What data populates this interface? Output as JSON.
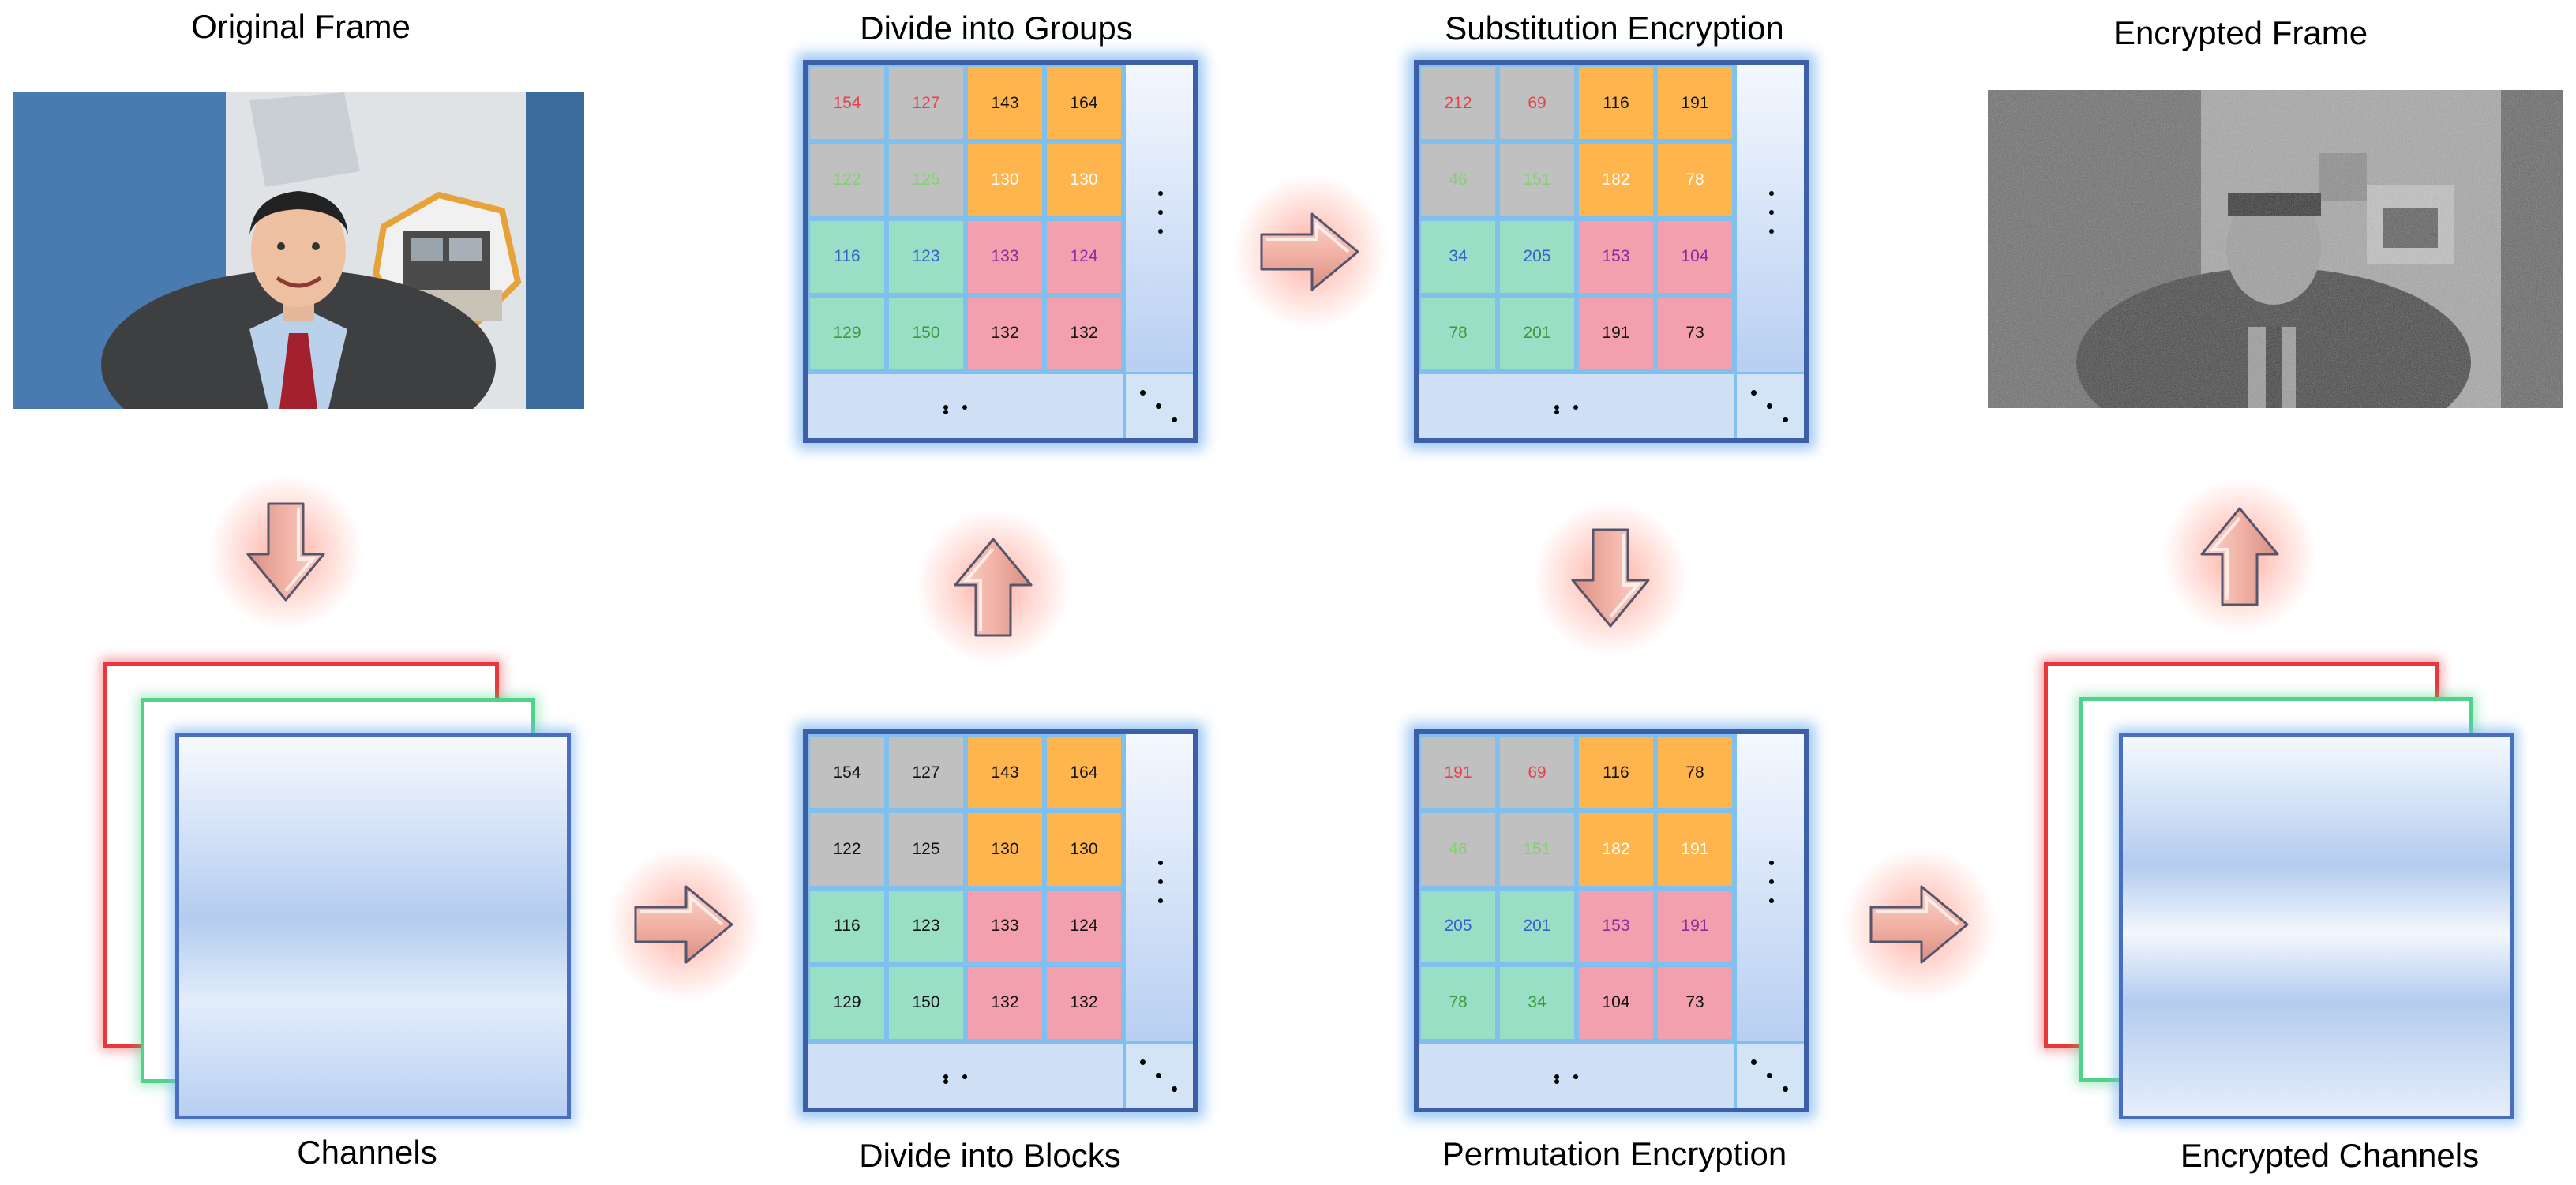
{
  "labels": {
    "original_frame": "Original Frame",
    "channels": "Channels",
    "divide_groups": "Divide into Groups",
    "divide_blocks": "Divide into Blocks",
    "substitution": "Substitution Encryption",
    "permutation": "Permutation Encryption",
    "encrypted_frame": "Encrypted Frame",
    "encrypted_channels": "Encrypted Channels"
  },
  "colors": {
    "gray": "#c0c0c0",
    "orange": "#ffb54d",
    "green": "#99dfc5",
    "pink": "#f39fad",
    "channel_red": "#e8383b",
    "channel_green": "#4fd38a",
    "channel_blue": "#4a6fc0",
    "panel_border": "#3d5fa8",
    "arrow_fill": "#f2b3a6",
    "arrow_glow": "#ff9f90"
  },
  "panels": {
    "groups": {
      "cells": [
        [
          {
            "v": "154",
            "bg": "gray",
            "fg": "#e8404a"
          },
          {
            "v": "127",
            "bg": "gray",
            "fg": "#e8404a"
          },
          {
            "v": "143",
            "bg": "orange",
            "fg": "#111111"
          },
          {
            "v": "164",
            "bg": "orange",
            "fg": "#111111"
          }
        ],
        [
          {
            "v": "122",
            "bg": "gray",
            "fg": "#7ed36a"
          },
          {
            "v": "125",
            "bg": "gray",
            "fg": "#7ed36a"
          },
          {
            "v": "130",
            "bg": "orange",
            "fg": "#ffffff"
          },
          {
            "v": "130",
            "bg": "orange",
            "fg": "#ffffff"
          }
        ],
        [
          {
            "v": "116",
            "bg": "green",
            "fg": "#3a5fc8"
          },
          {
            "v": "123",
            "bg": "green",
            "fg": "#3a5fc8"
          },
          {
            "v": "133",
            "bg": "pink",
            "fg": "#8a2aa0"
          },
          {
            "v": "124",
            "bg": "pink",
            "fg": "#8a2aa0"
          }
        ],
        [
          {
            "v": "129",
            "bg": "green",
            "fg": "#3b9a3b"
          },
          {
            "v": "150",
            "bg": "green",
            "fg": "#3b9a3b"
          },
          {
            "v": "132",
            "bg": "pink",
            "fg": "#111111"
          },
          {
            "v": "132",
            "bg": "pink",
            "fg": "#111111"
          }
        ]
      ]
    },
    "substitution": {
      "cells": [
        [
          {
            "v": "212",
            "bg": "gray",
            "fg": "#e8404a"
          },
          {
            "v": "69",
            "bg": "gray",
            "fg": "#e8404a"
          },
          {
            "v": "116",
            "bg": "orange",
            "fg": "#111111"
          },
          {
            "v": "191",
            "bg": "orange",
            "fg": "#111111"
          }
        ],
        [
          {
            "v": "46",
            "bg": "gray",
            "fg": "#7ed36a"
          },
          {
            "v": "151",
            "bg": "gray",
            "fg": "#7ed36a"
          },
          {
            "v": "182",
            "bg": "orange",
            "fg": "#ffffff"
          },
          {
            "v": "78",
            "bg": "orange",
            "fg": "#ffffff"
          }
        ],
        [
          {
            "v": "34",
            "bg": "green",
            "fg": "#3a5fc8"
          },
          {
            "v": "205",
            "bg": "green",
            "fg": "#3a5fc8"
          },
          {
            "v": "153",
            "bg": "pink",
            "fg": "#8a2aa0"
          },
          {
            "v": "104",
            "bg": "pink",
            "fg": "#8a2aa0"
          }
        ],
        [
          {
            "v": "78",
            "bg": "green",
            "fg": "#3b9a3b"
          },
          {
            "v": "201",
            "bg": "green",
            "fg": "#3b9a3b"
          },
          {
            "v": "191",
            "bg": "pink",
            "fg": "#111111"
          },
          {
            "v": "73",
            "bg": "pink",
            "fg": "#111111"
          }
        ]
      ]
    },
    "blocks": {
      "cells": [
        [
          {
            "v": "154",
            "bg": "gray",
            "fg": "#111111"
          },
          {
            "v": "127",
            "bg": "gray",
            "fg": "#111111"
          },
          {
            "v": "143",
            "bg": "orange",
            "fg": "#111111"
          },
          {
            "v": "164",
            "bg": "orange",
            "fg": "#111111"
          }
        ],
        [
          {
            "v": "122",
            "bg": "gray",
            "fg": "#111111"
          },
          {
            "v": "125",
            "bg": "gray",
            "fg": "#111111"
          },
          {
            "v": "130",
            "bg": "orange",
            "fg": "#111111"
          },
          {
            "v": "130",
            "bg": "orange",
            "fg": "#111111"
          }
        ],
        [
          {
            "v": "116",
            "bg": "green",
            "fg": "#111111"
          },
          {
            "v": "123",
            "bg": "green",
            "fg": "#111111"
          },
          {
            "v": "133",
            "bg": "pink",
            "fg": "#111111"
          },
          {
            "v": "124",
            "bg": "pink",
            "fg": "#111111"
          }
        ],
        [
          {
            "v": "129",
            "bg": "green",
            "fg": "#111111"
          },
          {
            "v": "150",
            "bg": "green",
            "fg": "#111111"
          },
          {
            "v": "132",
            "bg": "pink",
            "fg": "#111111"
          },
          {
            "v": "132",
            "bg": "pink",
            "fg": "#111111"
          }
        ]
      ]
    },
    "permutation": {
      "cells": [
        [
          {
            "v": "191",
            "bg": "gray",
            "fg": "#e8404a"
          },
          {
            "v": "69",
            "bg": "gray",
            "fg": "#e8404a"
          },
          {
            "v": "116",
            "bg": "orange",
            "fg": "#111111"
          },
          {
            "v": "78",
            "bg": "orange",
            "fg": "#111111"
          }
        ],
        [
          {
            "v": "46",
            "bg": "gray",
            "fg": "#7ed36a"
          },
          {
            "v": "151",
            "bg": "gray",
            "fg": "#7ed36a"
          },
          {
            "v": "182",
            "bg": "orange",
            "fg": "#ffffff"
          },
          {
            "v": "191",
            "bg": "orange",
            "fg": "#ffffff"
          }
        ],
        [
          {
            "v": "205",
            "bg": "green",
            "fg": "#3a5fc8"
          },
          {
            "v": "201",
            "bg": "green",
            "fg": "#3a5fc8"
          },
          {
            "v": "153",
            "bg": "pink",
            "fg": "#8a2aa0"
          },
          {
            "v": "191",
            "bg": "pink",
            "fg": "#8a2aa0"
          }
        ],
        [
          {
            "v": "78",
            "bg": "green",
            "fg": "#3b9a3b"
          },
          {
            "v": "34",
            "bg": "green",
            "fg": "#3b9a3b"
          },
          {
            "v": "104",
            "bg": "pink",
            "fg": "#111111"
          },
          {
            "v": "73",
            "bg": "pink",
            "fg": "#111111"
          }
        ]
      ]
    }
  },
  "arrows": [
    {
      "id": "frame-to-channels",
      "direction": "down"
    },
    {
      "id": "channels-to-blocks",
      "direction": "right"
    },
    {
      "id": "blocks-to-groups",
      "direction": "up"
    },
    {
      "id": "groups-to-substitution",
      "direction": "right"
    },
    {
      "id": "substitution-to-permutation",
      "direction": "down"
    },
    {
      "id": "permutation-to-channels",
      "direction": "right"
    },
    {
      "id": "channels-to-frame",
      "direction": "up"
    }
  ]
}
